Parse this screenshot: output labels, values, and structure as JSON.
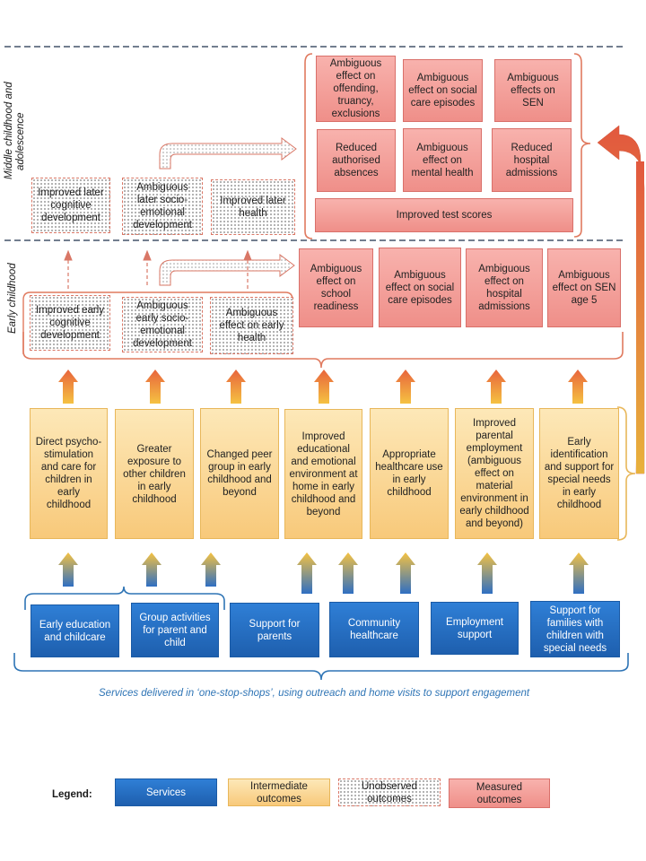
{
  "section_labels": {
    "middle": [
      "Middle childhood and",
      "adolescence"
    ],
    "early": "Early childhood"
  },
  "middle_unobserved": [
    "Improved later cognitive development",
    "Ambiguous later socio-emotional development",
    "Improved later health"
  ],
  "middle_measured": [
    "Ambiguous effect on offending, truancy, exclusions",
    "Ambiguous effect on social care episodes",
    "Ambiguous effects on SEN",
    "Reduced authorised absences",
    "Ambiguous effect on mental health",
    "Reduced hospital admissions",
    "Improved test scores"
  ],
  "early_unobserved": [
    "Improved early cognitive development",
    "Ambiguous early socio-emotional development",
    "Ambiguous effect on early health"
  ],
  "early_measured": [
    "Ambiguous effect on school readiness",
    "Ambiguous effect on social care episodes",
    "Ambiguous effect on hospital admissions",
    "Ambiguous effect on SEN age 5"
  ],
  "intermediate": [
    "Direct psycho-stimulation and care for children in early childhood",
    "Greater exposure to other children in early childhood",
    "Changed peer group in early childhood and beyond",
    "Improved educational and emotional environment at home in early childhood and beyond",
    "Appropriate healthcare use in early childhood",
    "Improved parental employment (ambiguous effect on material environment in early childhood and beyond)",
    "Early identification and support for special needs in early childhood"
  ],
  "services": [
    "Early education and childcare",
    "Group activities for parent and child",
    "Support for parents",
    "Community healthcare",
    "Employment support",
    "Support for families with children with special needs"
  ],
  "caption": "Services delivered in ‘one-stop-shops’, using outreach and home visits to support engagement",
  "legend": {
    "title": "Legend:",
    "services": "Services",
    "intermediate": "Intermediate outcomes",
    "unobserved": "Unobserved outcomes",
    "measured": "Measured outcomes"
  },
  "colors": {
    "services": "#1e5fae",
    "intermediate": "#f8c97a",
    "measured": "#ef8f89",
    "unobserved_border": "#d97766",
    "bracket_orange": "#e07a5f",
    "bracket_blue": "#2e74b5",
    "bracket_yellow": "#e8b75a",
    "divider": "#44546a"
  }
}
